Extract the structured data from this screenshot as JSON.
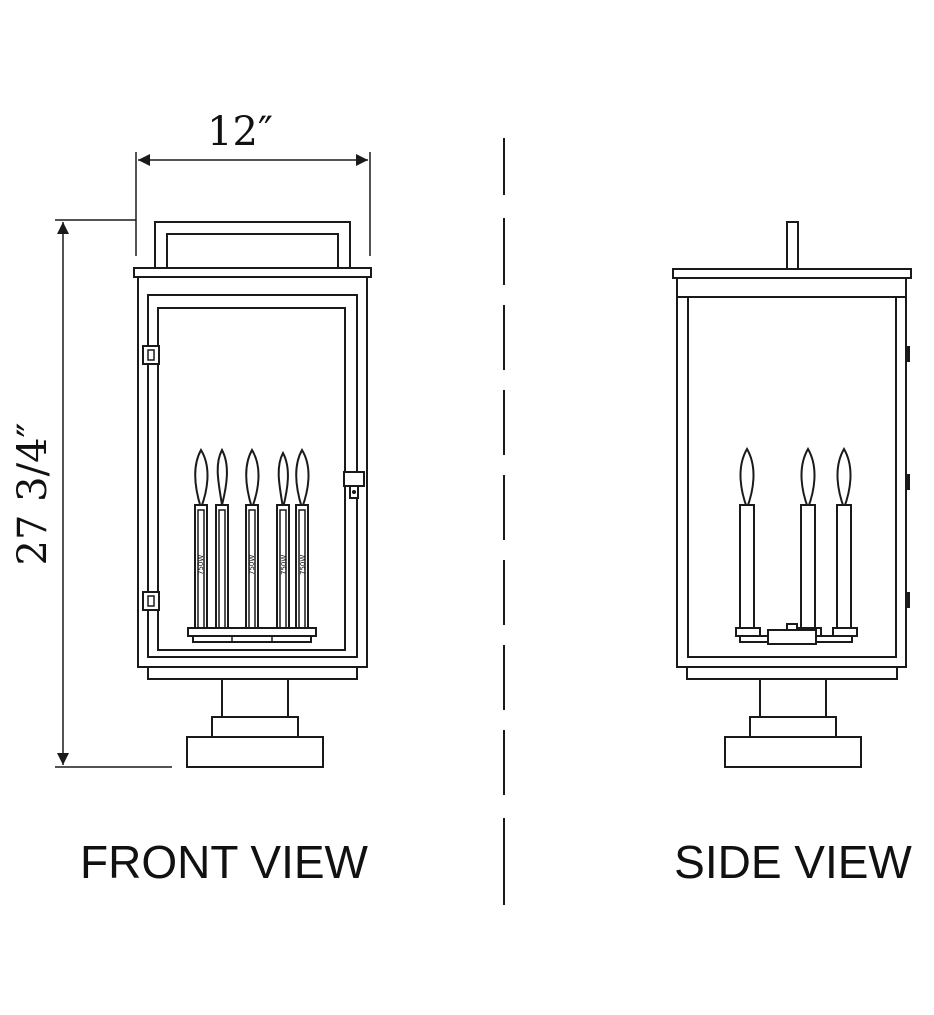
{
  "dimensions": {
    "width": "12″",
    "height": "27 3/4″"
  },
  "views": {
    "front_label": "FRONT VIEW",
    "side_label": "SIDE VIEW"
  },
  "candle_marking": "750W"
}
